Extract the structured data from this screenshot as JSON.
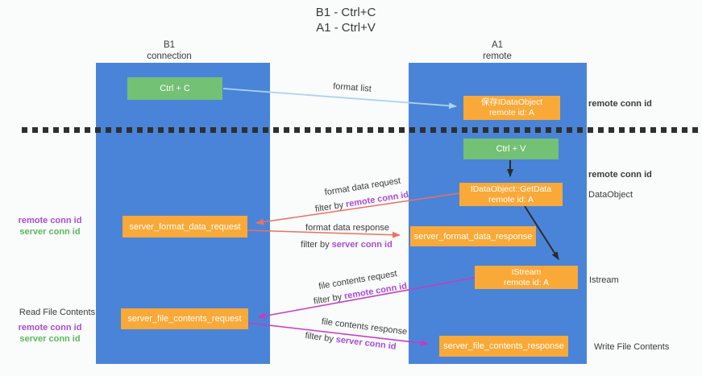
{
  "title": {
    "line1": "B1 - Ctrl+C",
    "line2": "A1 - Ctrl+V"
  },
  "columns": {
    "left": {
      "title": "B1",
      "subtitle": "connection"
    },
    "right": {
      "title": "A1",
      "subtitle": "remote"
    }
  },
  "boxes": {
    "ctrl_c": {
      "label": "Ctrl + C"
    },
    "save_idataobject": {
      "line1": "保存IDataObject",
      "line2": "remote id: A"
    },
    "ctrl_v": {
      "label": "Ctrl + V"
    },
    "getdata": {
      "line1": "IDataObject::GetData",
      "line2": "remote id: A"
    },
    "server_format_data_request": {
      "label": "server_format_data_request"
    },
    "server_format_data_response": {
      "label": "server_format_data_response"
    },
    "istream": {
      "line1": "IStream",
      "line2": "remote id: A"
    },
    "server_file_contents_request": {
      "label": "server_file_contents_request"
    },
    "server_file_contents_response": {
      "label": "server_file_contents_response"
    }
  },
  "arrow_labels": {
    "format_list": "format list",
    "format_data_request": "format data request",
    "format_data_request_filter_prefix": "filter by",
    "format_data_request_filter_key": "remote conn id",
    "format_data_response": "format data response",
    "format_data_response_filter_prefix": "filter by",
    "format_data_response_filter_key": "server conn id",
    "file_contents_request": "file contents request",
    "file_contents_request_filter_prefix": "filter by",
    "file_contents_request_filter_key": "remote conn id",
    "file_contents_response": "file contents response",
    "file_contents_response_filter_prefix": "filter by",
    "file_contents_response_filter_key": "server conn id"
  },
  "annotations": {
    "right_top_remote_conn_id": "remote conn id",
    "right_mid_remote_conn_id": "remote conn id",
    "dataobject": "DataObject",
    "istream": "Istream",
    "write_file_contents": "Write File Contents",
    "left_format_remote_conn_id": "remote conn id",
    "left_format_server_conn_id": "server conn id",
    "read_file_contents": "Read File Contents",
    "left_file_remote_conn_id": "remote conn id",
    "left_file_server_conn_id": "server conn id"
  },
  "colors": {
    "lane_blue": "#4a84d8",
    "action_green": "#73c175",
    "message_orange": "#f9a938",
    "arrow_salmon": "#ec7063",
    "arrow_magenta": "#c53bc5",
    "arrow_lightblue": "#a9d4f1",
    "arrow_black": "#2b2b2b",
    "conn_id_purple": "#a64dd2",
    "conn_id_green": "#5cb85c"
  }
}
